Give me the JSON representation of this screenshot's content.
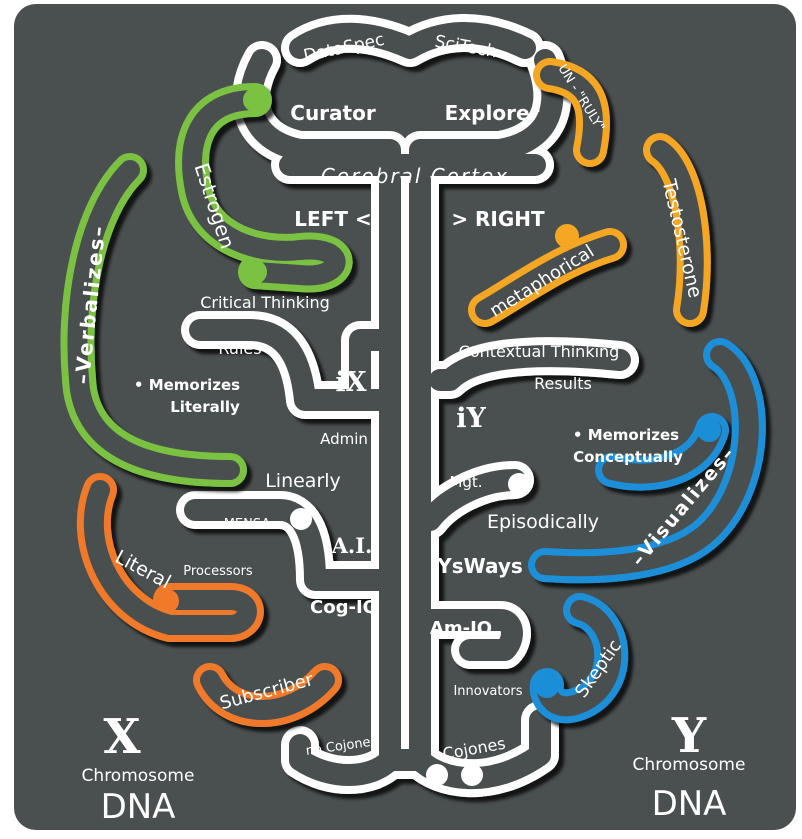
{
  "colors": {
    "background": "#4a4f4f",
    "tube": "#ffffff",
    "green": "#7cc242",
    "orange_light": "#f5a623",
    "orange_dark": "#f07a2a",
    "blue": "#1a8fd8"
  },
  "labels": {
    "dataspec": "DataSpec",
    "scitech": "SciTech",
    "curator": "Curator",
    "explorer": "Explorer",
    "unruly": "UN - \"RULY\"",
    "cortex": "Cerebral Cortex",
    "left": "LEFT <",
    "right": "> RIGHT",
    "estrogen": "Estrogen",
    "testosterone": "Testosterone",
    "metaphorical": "metaphorical",
    "critical_thinking": "Critical Thinking",
    "verbalizes": "–Verbalizes–",
    "rules": "Rules",
    "ix": "iX",
    "contextual_thinking": "Contextual Thinking",
    "results": "Results",
    "iy": "iY",
    "memorizes_literally_1": "• Memorizes",
    "memorizes_literally_2": "Literally",
    "memorizes_conceptually_1": "• Memorizes",
    "memorizes_conceptually_2": "Conceptually",
    "admin": "Admin",
    "visualizes": "–Visualizes–",
    "mgt": "Mgt.",
    "linearly": "Linearly",
    "mensa": "MENSA",
    "ai": "A.I.",
    "episodically": "Episodically",
    "ysways": "YsWays",
    "literal": "Literal",
    "processors": "Processors",
    "cog_iq": "Cog-IQ",
    "am_iq": "Am-IQ",
    "skeptic": "Skeptic",
    "subscriber": "Subscriber",
    "innovators": "Innovators",
    "no_cojones": "no Cojones",
    "cojones": "Cojones",
    "x_letter": "X",
    "x_chromosome": "Chromosome",
    "x_dna": "DNA",
    "y_letter": "Y",
    "y_chromosome": "Chromosome",
    "y_dna": "DNA"
  }
}
